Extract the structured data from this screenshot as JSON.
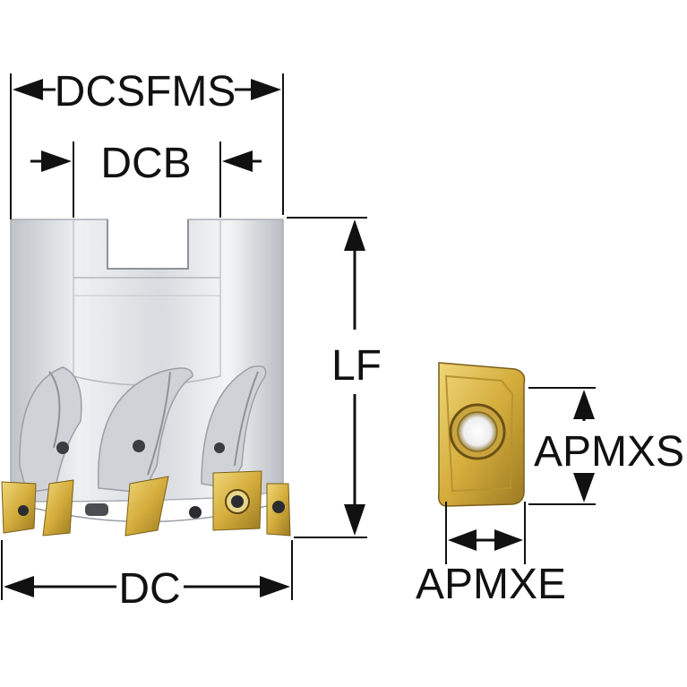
{
  "labels": {
    "dcsfms": "DCSFMS",
    "dcb": "DCB",
    "lf": "LF",
    "dc": "DC",
    "apmxs": "APMXS",
    "apmxe": "APMXE"
  },
  "colors": {
    "line": "#111111",
    "body_light": "#f2f3f5",
    "body_mid": "#c9ccd1",
    "body_dark": "#8e939a",
    "insert_gold": "#d9b84a",
    "insert_dark": "#a8862a"
  }
}
